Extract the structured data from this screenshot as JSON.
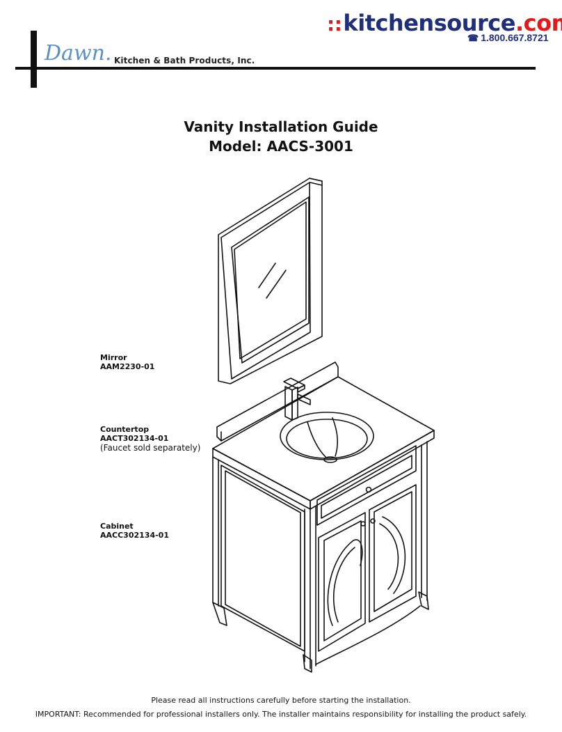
{
  "header": {
    "dawn_logo_text": "Dawn.",
    "tagline": "Kitchen & Bath Products, Inc.",
    "ks_logo_main": "kitchensource",
    "ks_logo_tld": ".com",
    "ks_phone": "1.800.667.8721",
    "phone_icon": "phone-icon"
  },
  "title": {
    "line1": "Vanity Installation Guide",
    "line2": "Model: AACS-3001"
  },
  "parts": {
    "mirror": {
      "name": "Mirror",
      "code": "AAM2230-01"
    },
    "countertop": {
      "name": "Countertop",
      "code": "AACT302134-01",
      "note": "(Faucet sold separately)"
    },
    "cabinet": {
      "name": "Cabinet",
      "code": "AACC302134-01"
    }
  },
  "footer": {
    "note1": "Please read all instructions carefully before starting the installation.",
    "note2": "IMPORTANT: Recommended for professional installers only. The installer maintains responsibility for installing the product safely."
  }
}
